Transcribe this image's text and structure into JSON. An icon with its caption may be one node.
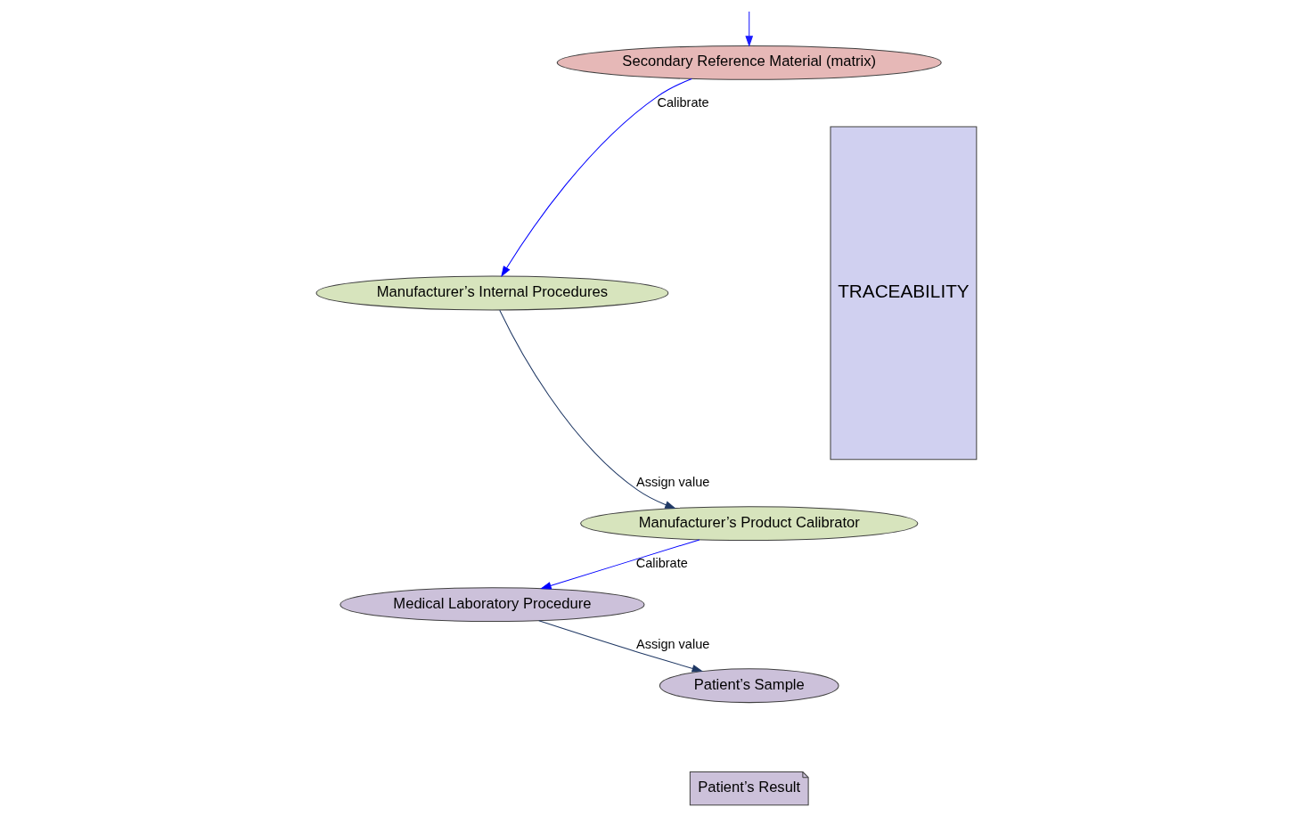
{
  "diagram": {
    "nodes": [
      {
        "text": [
          "Secondary Reference Material (matrix)"
        ]
      },
      {
        "text": [
          "Manufacturer’s Internal Procedures"
        ]
      },
      {
        "text": [
          "Manufacturer’s Product Calibrator"
        ]
      },
      {
        "text": [
          "Medical Laboratory Procedure"
        ]
      },
      {
        "text": [
          "Patient’s Sample"
        ]
      },
      {
        "text": [
          "Patient’s Result"
        ]
      },
      {
        "text": [
          "TRACEABILITY"
        ]
      }
    ],
    "edges": [
      {
        "from": null,
        "to": 0,
        "arrow": "to",
        "color": "#1a1aff"
      },
      {
        "from": 0,
        "to": 1,
        "arrow": "to",
        "label": "Calibrate",
        "color": "#0000ff"
      },
      {
        "from": 1,
        "to": 2,
        "arrow": "to",
        "label": "Assign value",
        "color": "#1f3864"
      },
      {
        "from": 2,
        "to": 3,
        "arrow": "to",
        "label": "Calibrate",
        "color": "#0000ff"
      },
      {
        "from": 3,
        "to": 4,
        "arrow": "to",
        "label": "Assign value",
        "color": "#1f3864"
      }
    ]
  }
}
